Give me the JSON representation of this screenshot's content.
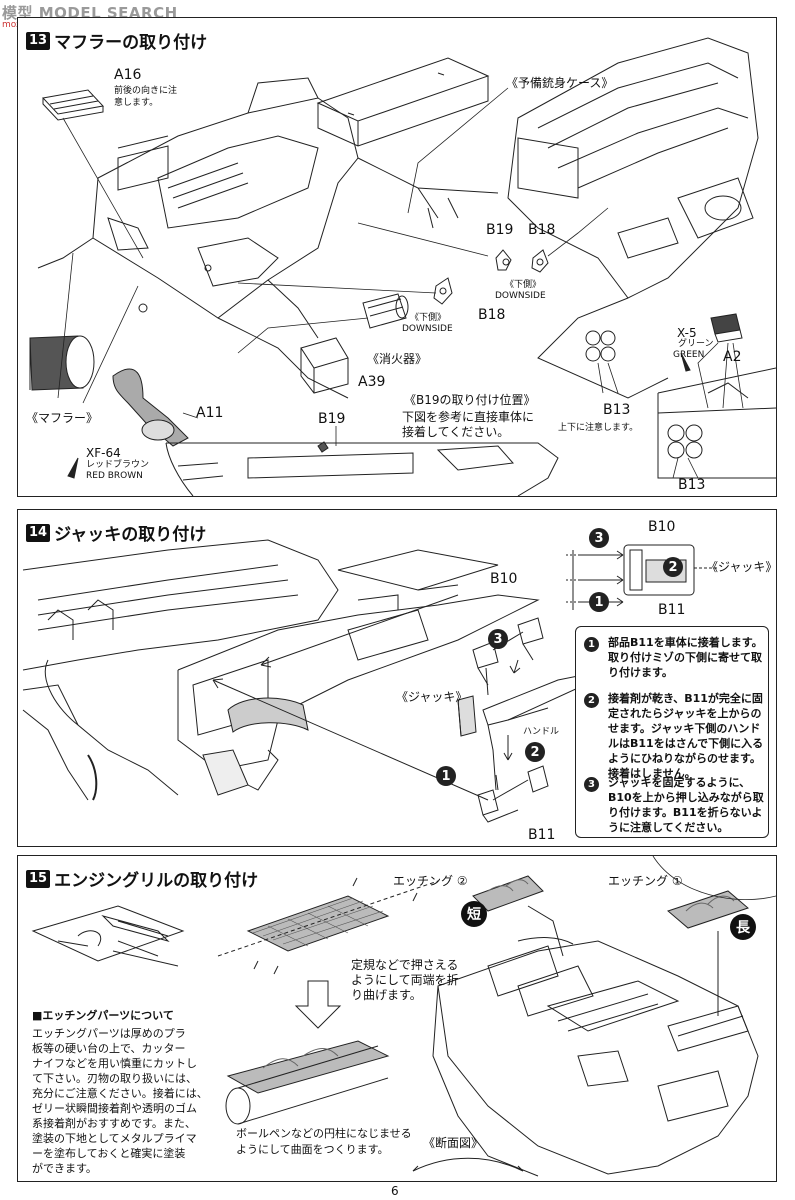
{
  "watermark": {
    "main": "模型 MODEL SEARCH",
    "sub": "moxing.net"
  },
  "s13": {
    "num": "13",
    "title": "マフラーの取り付け",
    "a16": "A16",
    "a16_note": [
      "前後の向きに注",
      "意します。"
    ],
    "case": "《予備銃身ケース》",
    "b19": "B19",
    "b18": "B18",
    "downside_jp": "《下側》",
    "downside_en": "DOWNSIDE",
    "downside2_jp": "《下側》",
    "downside2_en": "DOWNSIDE",
    "b18b": "B18",
    "fire": "《消火器》",
    "a39": "A39",
    "muffler": "《マフラー》",
    "a11": "A11",
    "xf64": "XF-64",
    "xf64_jp": "レッドブラウン",
    "xf64_en": "RED BROWN",
    "b19pos_title": "《B19の取り付け位置》",
    "b19pos_text": [
      "下図を参考に直接車体に",
      "接着してください。"
    ],
    "b19c": "B19",
    "x5": "X-5",
    "x5_jp": "グリーン",
    "x5_en": "GREEN",
    "a2": "A2",
    "b13": "B13",
    "b13_note": "上下に注意します。",
    "b13b": "B13"
  },
  "s14": {
    "num": "14",
    "title": "ジャッキの取り付け",
    "b10": "B10",
    "b10b": "B10",
    "b11": "B11",
    "b11b": "B11",
    "jack": "《ジャッキ》",
    "jack2": "《ジャッキ》",
    "handle": "ハンドル",
    "c1": "1",
    "c2": "2",
    "c3": "3",
    "steps": [
      {
        "n": "1",
        "text": "部品B11を車体に接着します。取り付けミゾの下側に寄せて取り付けます。"
      },
      {
        "n": "2",
        "text": "接着剤が乾き、B11が完全に固定されたらジャッキを上からのせます。ジャッキ下側のハンドルはB11をはさんで下側に入るようにひねりながらのせます。接着はしません。"
      },
      {
        "n": "3",
        "text": "ジャッキを固定するように、B10を上から押し込みながら取り付けます。B11を折らないように注意してください。"
      }
    ]
  },
  "s15": {
    "num": "15",
    "title": "エンジングリルの取り付け",
    "etch2": "エッチング",
    "etch2_n": "②",
    "etch1": "エッチング",
    "etch1_n": "①",
    "short": "短",
    "long": "長",
    "bend_note": [
      "定規などで押さえる",
      "ようにして両端を折",
      "り曲げます。"
    ],
    "etch_title": "■エッチングパーツについて",
    "etch_text": [
      "エッチングパーツは厚めのプラ",
      "板等の硬い台の上で、カッター",
      "ナイフなどを用い慎重にカットし",
      "て下さい。刃物の取り扱いには、",
      "充分にご注意ください。接着には、",
      "ゼリー状瞬間接着剤や透明のゴム",
      "系接着剤がおすすめです。また、",
      "塗装の下地としてメタルプライマ",
      "ーを塗布しておくと確実に塗装",
      "ができます。"
    ],
    "curve_note": [
      "ボールペンなどの円柱になじませる",
      "ようにして曲面をつくります。"
    ],
    "section": "《断面図》"
  },
  "page_number": "6"
}
